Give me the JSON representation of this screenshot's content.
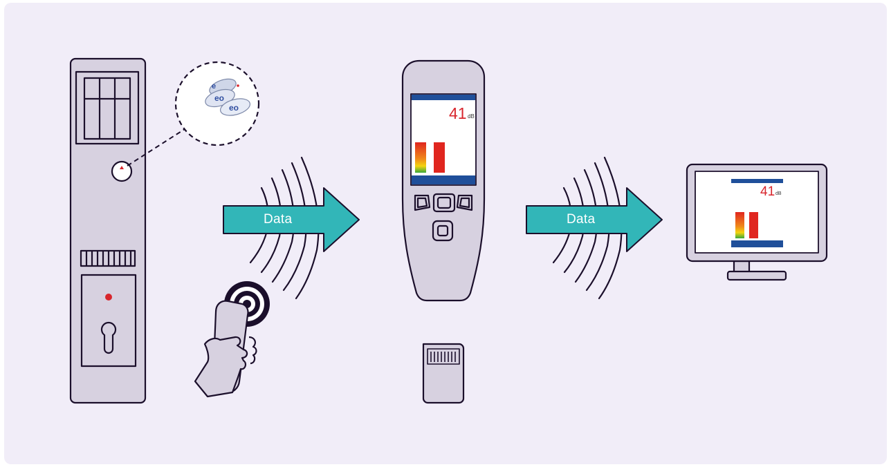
{
  "colors": {
    "background": "#f1edf8",
    "device_fill": "#d7d1e0",
    "outline": "#1b0f2b",
    "arrow": "#32b6b8",
    "accent_red": "#d8262d",
    "screen_blue": "#1f4f9a",
    "bar_red": "#e0261f",
    "bar_yellow": "#f4d40f",
    "bar_green": "#3aa83a"
  },
  "arrows": [
    {
      "label": "Data"
    },
    {
      "label": "Data"
    }
  ],
  "icons": [
    "wall-socket-icon",
    "seal-closeup-icon",
    "hand-rfid-reader-icon",
    "handheld-reader-icon",
    "sd-card-icon",
    "monitor-icon",
    "signal-waves-icon"
  ],
  "handheld_screen": {
    "reading": "41",
    "unit": "dB"
  },
  "monitor_screen": {
    "reading": "41",
    "unit": "dB"
  }
}
